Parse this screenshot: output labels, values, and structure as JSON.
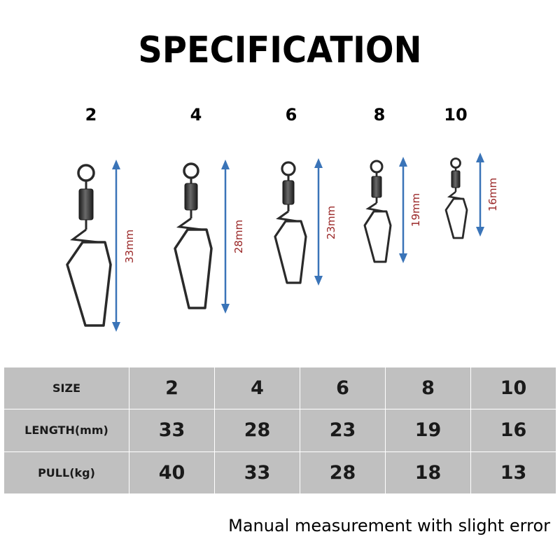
{
  "title": "SPECIFICATION",
  "items": [
    {
      "size": "2",
      "dimension": "33mm"
    },
    {
      "size": "4",
      "dimension": "28mm"
    },
    {
      "size": "6",
      "dimension": "23mm"
    },
    {
      "size": "8",
      "dimension": "19mm"
    },
    {
      "size": "10",
      "dimension": "16mm"
    }
  ],
  "table": {
    "rows": [
      {
        "label": "SIZE",
        "values": [
          "2",
          "4",
          "6",
          "8",
          "10"
        ]
      },
      {
        "label": "LENGTH(mm)",
        "values": [
          "33",
          "28",
          "23",
          "19",
          "16"
        ]
      },
      {
        "label": "PULL(kg)",
        "values": [
          "40",
          "33",
          "28",
          "18",
          "13"
        ]
      }
    ]
  },
  "note": "Manual measurement with slight error",
  "colors": {
    "arrow": "#3a74b8",
    "dimension_text": "#9a2727",
    "table_bg": "#c0c0c0",
    "metal": "#2a2a2a"
  }
}
